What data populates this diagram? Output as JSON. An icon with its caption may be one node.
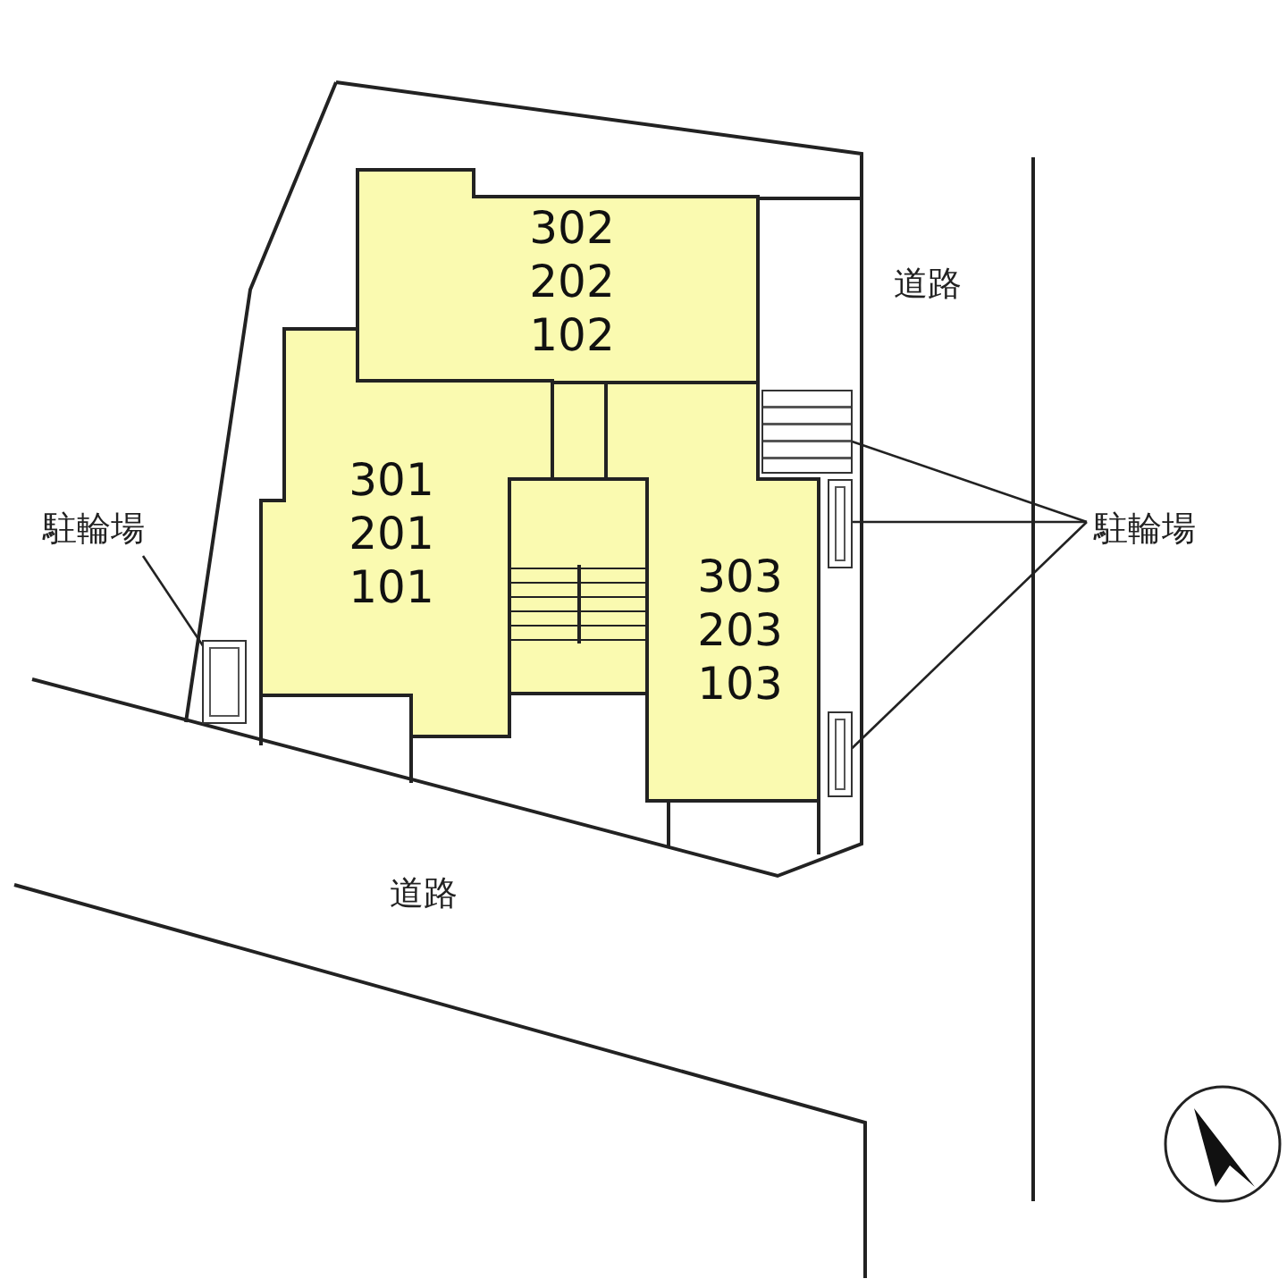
{
  "diagram": {
    "nodes": [
      {
        "text": [
          "302",
          "202",
          "102"
        ]
      },
      {
        "text": [
          "301",
          "201",
          "101"
        ]
      },
      {
        "text": [
          "303",
          "203",
          "103"
        ]
      },
      {
        "text": [
          "駐輪場"
        ]
      },
      {
        "text": [],
        "shape": "box"
      },
      {
        "text": [
          "駐輪場"
        ]
      },
      {
        "text": [],
        "shape": "box"
      },
      {
        "text": [],
        "shape": "box"
      },
      {
        "text": [],
        "shape": "box"
      }
    ],
    "edges": [
      {
        "from": 3,
        "to": 4,
        "arrow": "none"
      },
      {
        "from": 5,
        "to": 6,
        "arrow": "none"
      },
      {
        "from": 5,
        "to": 7,
        "arrow": "none"
      },
      {
        "from": 5,
        "to": 8,
        "arrow": "none"
      }
    ],
    "labels": [
      "道路",
      "道路"
    ]
  }
}
